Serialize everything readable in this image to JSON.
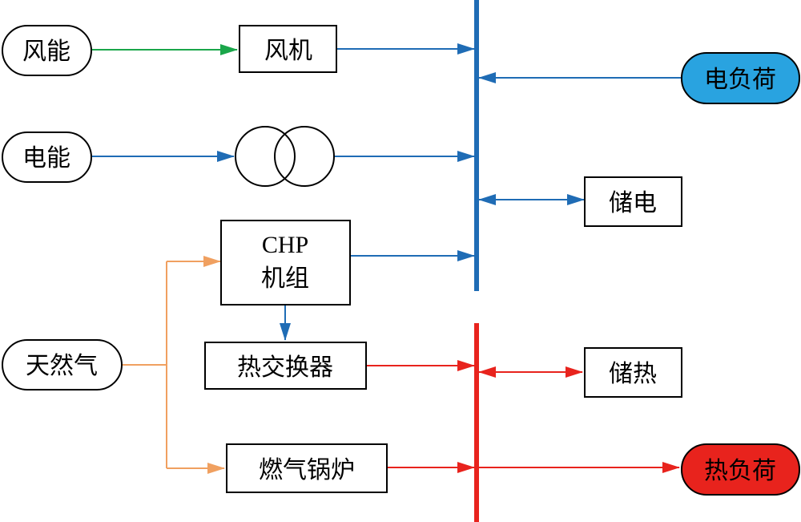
{
  "sources": {
    "wind_energy": "风能",
    "electric_energy": "电能",
    "natural_gas": "天然气"
  },
  "devices": {
    "wind_turbine": "风机",
    "chp_line1": "CHP",
    "chp_line2": "机组",
    "heat_exchanger": "热交换器",
    "gas_boiler": "燃气锅炉"
  },
  "storage": {
    "electric_storage": "储电",
    "heat_storage": "储热"
  },
  "loads": {
    "electric_load": "电负荷",
    "heat_load": "热负荷"
  },
  "colors": {
    "electric": "#1f6cb5",
    "heat": "#e8231d",
    "gas": "#f0a060",
    "wind": "#1aa64a",
    "electric_load_fill": "#29a3e0",
    "heat_load_fill": "#e8231d"
  }
}
